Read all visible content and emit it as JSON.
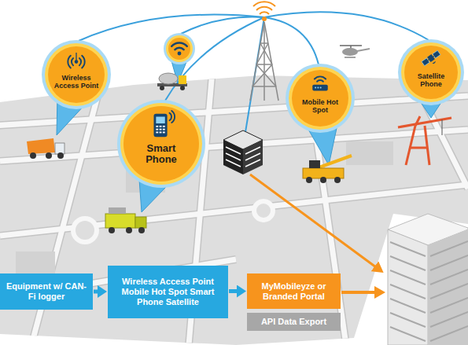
{
  "diagram": {
    "nodes": [
      {
        "text": [
          "Wireless Access Point"
        ]
      },
      {
        "text": [
          "Smart Phone"
        ]
      },
      {
        "text": [
          "Mobile Hot Spot"
        ]
      },
      {
        "text": [
          "Satellite Phone"
        ]
      },
      {
        "text": [
          "Equipment w/ CAN-Fi logger"
        ]
      },
      {
        "text": [
          "Wireless Access Point Mobile Hot Spot Smart Phone Satellite"
        ]
      },
      {
        "text": [
          "MyMobileyze or Branded Portal"
        ]
      },
      {
        "text": [
          "API Data Export"
        ]
      }
    ],
    "edges": [
      {
        "from": 4,
        "to": 5,
        "arrow": "to"
      },
      {
        "from": 5,
        "to": 6,
        "arrow": "to"
      }
    ]
  }
}
